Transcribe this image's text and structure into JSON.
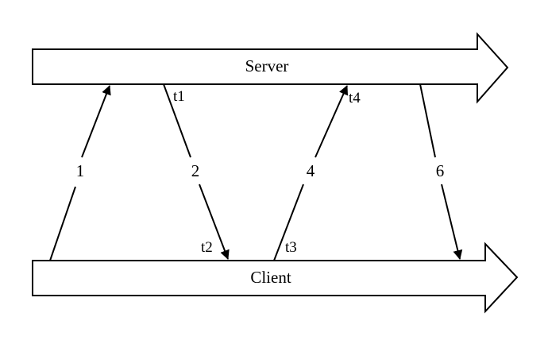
{
  "lanes": {
    "server": {
      "label": "Server"
    },
    "client": {
      "label": "Client"
    }
  },
  "messages": [
    {
      "id": "1",
      "label": "1",
      "from": "client",
      "to": "server"
    },
    {
      "id": "2",
      "label": "2",
      "from": "server",
      "to": "client"
    },
    {
      "id": "4",
      "label": "4",
      "from": "client",
      "to": "server"
    },
    {
      "id": "6",
      "label": "6",
      "from": "server",
      "to": "client"
    }
  ],
  "timestamps": {
    "t1": "t1",
    "t2": "t2",
    "t3": "t3",
    "t4": "t4"
  },
  "colors": {
    "stroke": "#000000",
    "fill": "#ffffff"
  }
}
